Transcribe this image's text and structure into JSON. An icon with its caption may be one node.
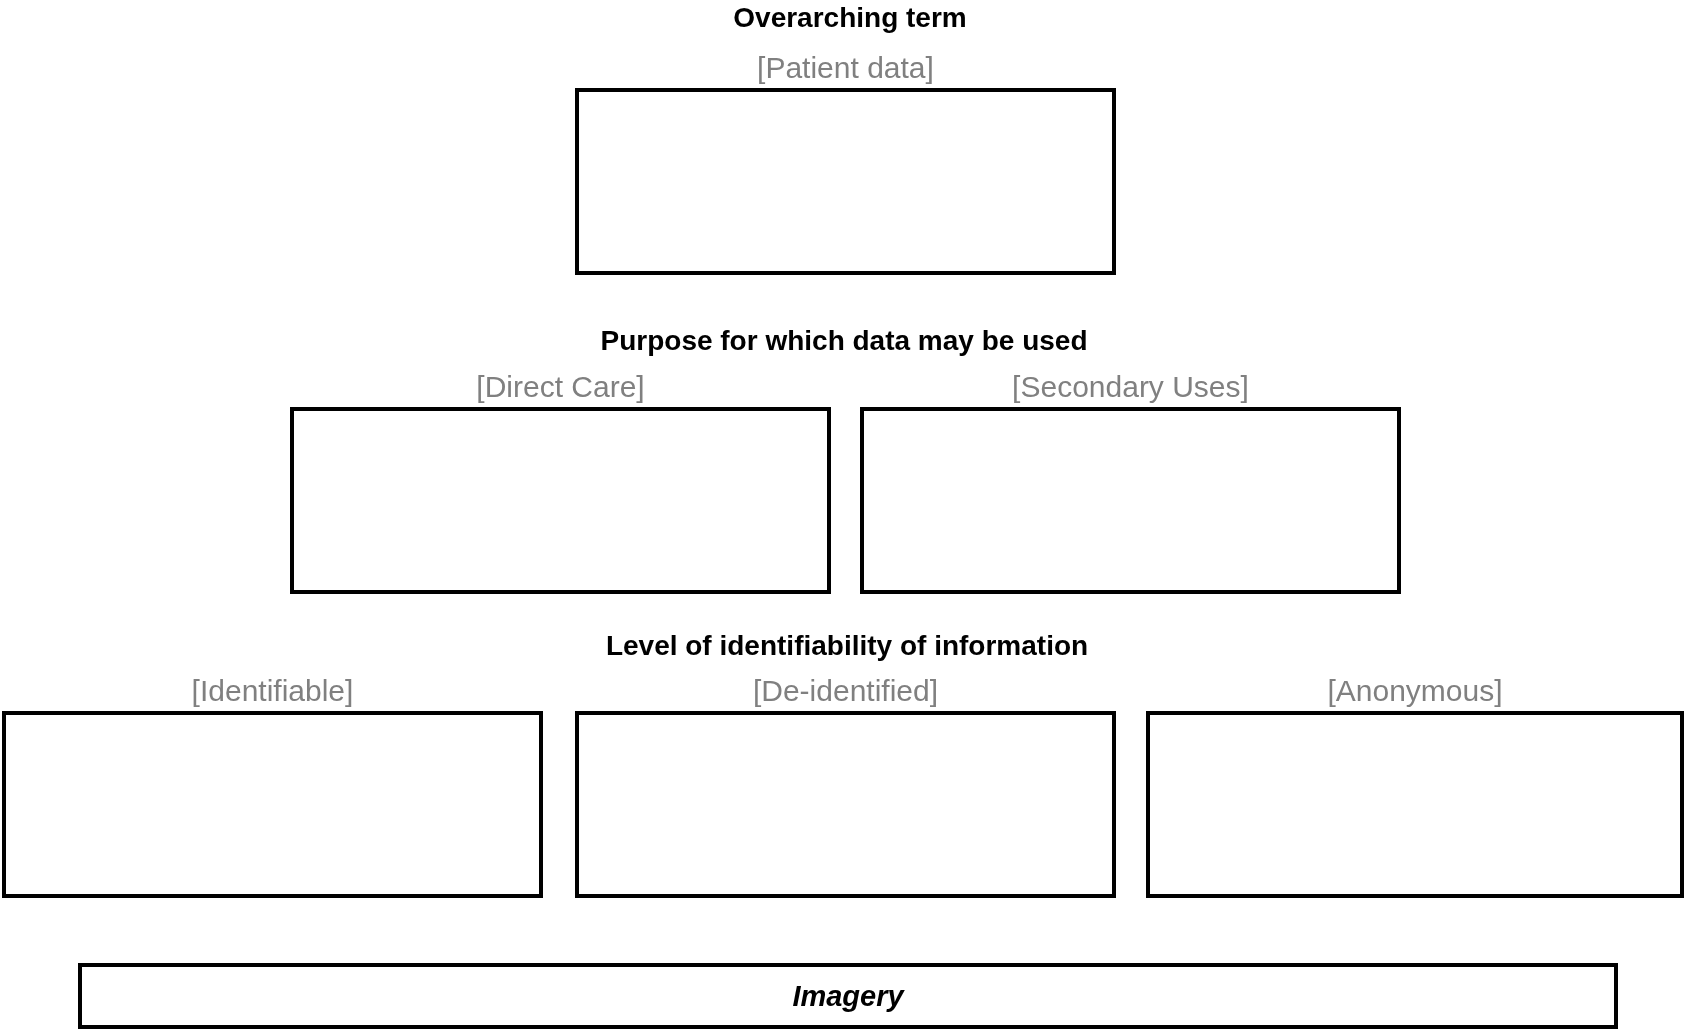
{
  "diagram": {
    "nodes": [
      {
        "text": [
          "[Patient data]"
        ]
      },
      {
        "text": [
          "[Direct Care]"
        ]
      },
      {
        "text": [
          "[Secondary Uses]"
        ]
      },
      {
        "text": [
          "[Identifiable]"
        ]
      },
      {
        "text": [
          "[De-identified]"
        ]
      },
      {
        "text": [
          "[Anonymous]"
        ]
      },
      {
        "text": [
          "Imagery"
        ]
      }
    ],
    "labels": [
      "Overarching term",
      "Purpose for which data may be used",
      "Level of identifiability of information"
    ]
  }
}
